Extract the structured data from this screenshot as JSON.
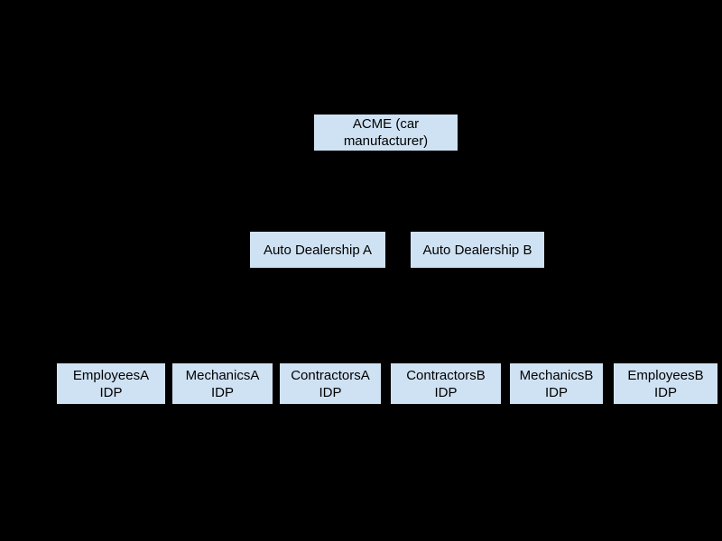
{
  "canvas": {
    "background": "#000000"
  },
  "diagram": {
    "type": "hierarchy",
    "node_fill": "#cfe2f3",
    "node_text_color": "#000000",
    "connectors_visible": false,
    "nodes": [
      {
        "id": "acme",
        "level": 1,
        "lines": [
          "ACME (car",
          "manufacturer)"
        ]
      },
      {
        "id": "dealership-a",
        "level": 2,
        "lines": [
          "Auto Dealership A"
        ]
      },
      {
        "id": "dealership-b",
        "level": 2,
        "lines": [
          "Auto Dealership B"
        ]
      },
      {
        "id": "employees-a",
        "level": 3,
        "lines": [
          "EmployeesA",
          "IDP"
        ]
      },
      {
        "id": "mechanics-a",
        "level": 3,
        "lines": [
          "MechanicsA",
          "IDP"
        ]
      },
      {
        "id": "contractors-a",
        "level": 3,
        "lines": [
          "ContractorsA",
          "IDP"
        ]
      },
      {
        "id": "contractors-b",
        "level": 3,
        "lines": [
          "ContractorsB",
          "IDP"
        ]
      },
      {
        "id": "mechanics-b",
        "level": 3,
        "lines": [
          "MechanicsB",
          "IDP"
        ]
      },
      {
        "id": "employees-b",
        "level": 3,
        "lines": [
          "EmployeesB",
          "IDP"
        ]
      }
    ]
  }
}
